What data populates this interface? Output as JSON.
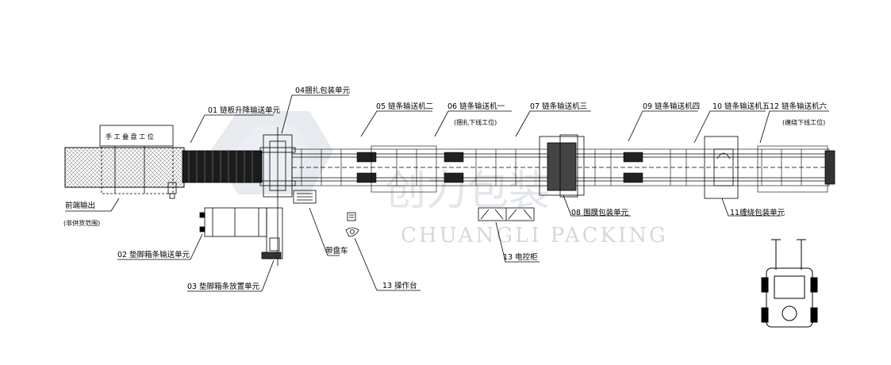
{
  "watermark": {
    "chinese": "创力包装",
    "english": "CHUANGLI PACKING"
  },
  "labels": {
    "front_output": "前端输出",
    "front_output_note": "(非供货范围)",
    "u01": "01  链板升降输送单元",
    "u02": "02  垫脚箱条输送单元",
    "u03": "03  垫脚箱条放置单元",
    "u04": "04捆扎包装单元",
    "u05": "05  链条输送机二",
    "u06": "06  链条输送机一",
    "u06_note": "(捆扎下线工位)",
    "u07": "07  链条输送机三",
    "u08": "08  围膜包装单元",
    "u09": "09  链条输送机四",
    "u10": "10  链条输送机五",
    "u11": "11缠绕包装单元",
    "u12": "12  链条输送机六",
    "u12_note": "(缠绕下线工位)",
    "u13_console": "13  操作台",
    "u13_cabinet": "13  电控柜",
    "tray_cart": "带盘车"
  },
  "panel_text": "手 工 叠 盘 工 位",
  "colors": {
    "line": "#000000",
    "watermark": "#c9ced6"
  },
  "icons": [
    "forklift-icon",
    "operator-console-icon"
  ]
}
